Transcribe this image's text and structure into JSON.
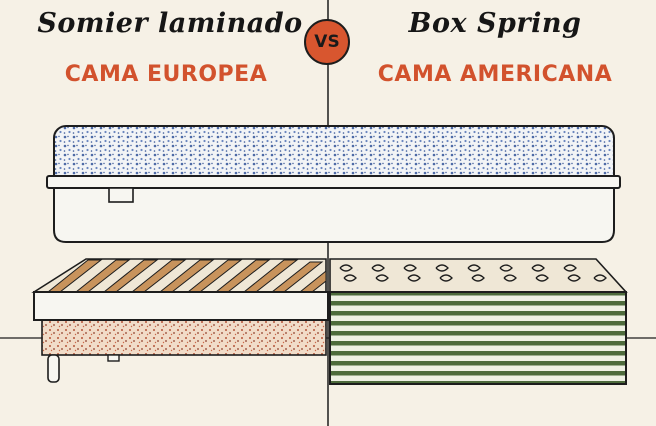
{
  "left": {
    "title": "Somier laminado",
    "subtitle": "CAMA EUROPEA"
  },
  "right": {
    "title": "Box Spring",
    "subtitle": "CAMA AMERICANA"
  },
  "badge": {
    "label": "VS"
  },
  "colors": {
    "background": "#f6f1e6",
    "accent": "#d8562f",
    "outline": "#1d1d1d",
    "mattress_dots": "#4d6aa6",
    "slat": "#c8935c",
    "base_dots": "#b5553a",
    "stripes": "#4d6b3c"
  }
}
